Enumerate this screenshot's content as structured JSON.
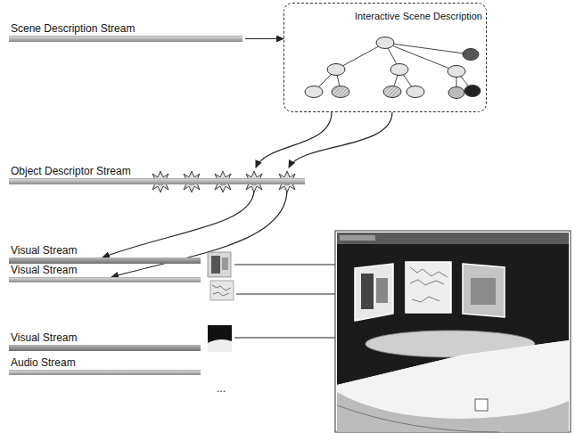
{
  "diagram": {
    "nodes": [
      {
        "text": [
          "Scene Description Stream"
        ]
      },
      {
        "text": [
          "Interactive Scene Description"
        ]
      },
      {
        "text": [
          "Object Descriptor Stream"
        ]
      },
      {
        "text": [
          "Visual Stream"
        ]
      },
      {
        "text": [
          "Visual Stream"
        ]
      },
      {
        "text": [
          "Visual Stream"
        ]
      },
      {
        "text": [
          "Audio Stream"
        ]
      }
    ],
    "edges": [
      {
        "from": 0,
        "to": 1,
        "arrow": "to"
      },
      {
        "from": 1,
        "to": 2,
        "arrow": "to"
      },
      {
        "from": 1,
        "to": 2,
        "arrow": "to"
      },
      {
        "from": 2,
        "to": 3,
        "arrow": "to"
      },
      {
        "from": 2,
        "to": 4,
        "arrow": "to"
      }
    ],
    "labels": [
      "..."
    ]
  }
}
